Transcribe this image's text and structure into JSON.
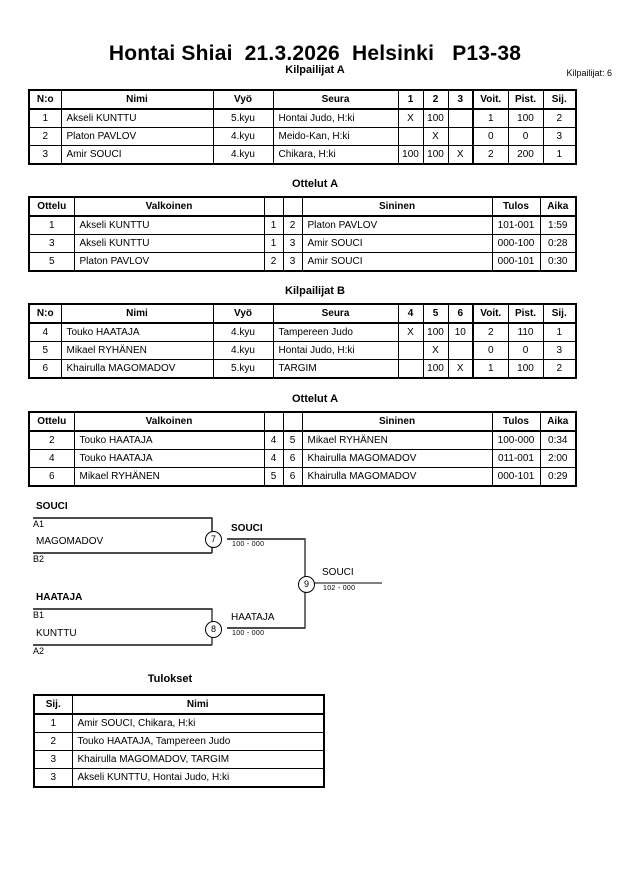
{
  "header": {
    "title": "Hontai Shiai  21.3.2026  Helsinki   P13-38",
    "entrant_count_label": "Kilpailijat: 6"
  },
  "pools": [
    {
      "caption": "Kilpailijat A",
      "columns": [
        "N:o",
        "Nimi",
        "Vyö",
        "Seura",
        "1",
        "2",
        "3",
        "Voit.",
        "Pist.",
        "Sij."
      ],
      "rows": [
        {
          "no": "1",
          "name": "Akseli KUNTTU",
          "belt": "5.kyu",
          "club": "Hontai Judo, H:ki",
          "m": [
            "X",
            "100",
            ""
          ],
          "wins": "1",
          "points": "100",
          "rank": "2"
        },
        {
          "no": "2",
          "name": "Platon PAVLOV",
          "belt": "4.kyu",
          "club": "Meido-Kan, H:ki",
          "m": [
            "",
            "X",
            ""
          ],
          "wins": "0",
          "points": "0",
          "rank": "3"
        },
        {
          "no": "3",
          "name": "Amir SOUCI",
          "belt": "4.kyu",
          "club": "Chikara, H:ki",
          "m": [
            "100",
            "100",
            "X"
          ],
          "wins": "2",
          "points": "200",
          "rank": "1"
        }
      ]
    },
    {
      "caption": "Kilpailijat B",
      "columns": [
        "N:o",
        "Nimi",
        "Vyö",
        "Seura",
        "4",
        "5",
        "6",
        "Voit.",
        "Pist.",
        "Sij."
      ],
      "rows": [
        {
          "no": "4",
          "name": "Touko HAATAJA",
          "belt": "4.kyu",
          "club": "Tampereen Judo",
          "m": [
            "X",
            "100",
            "10"
          ],
          "wins": "2",
          "points": "110",
          "rank": "1"
        },
        {
          "no": "5",
          "name": "Mikael RYHÄNEN",
          "belt": "4.kyu",
          "club": "Hontai Judo, H:ki",
          "m": [
            "",
            "X",
            ""
          ],
          "wins": "0",
          "points": "0",
          "rank": "3"
        },
        {
          "no": "6",
          "name": "Khairulla MAGOMADOV",
          "belt": "5.kyu",
          "club": "TARGIM",
          "m": [
            "",
            "100",
            "X"
          ],
          "wins": "1",
          "points": "100",
          "rank": "2"
        }
      ]
    }
  ],
  "matchtables": [
    {
      "caption": "Ottelut A",
      "columns": [
        "Ottelu",
        "Valkoinen",
        "",
        "",
        "Sininen",
        "Tulos",
        "Aika"
      ],
      "rows": [
        {
          "match": "1",
          "white": "Akseli KUNTTU",
          "white_bold": true,
          "wn": "1",
          "bn": "2",
          "blue": "Platon PAVLOV",
          "blue_bold": false,
          "result": "101-001",
          "time": "1:59"
        },
        {
          "match": "3",
          "white": "Akseli KUNTTU",
          "white_bold": false,
          "wn": "1",
          "bn": "3",
          "blue": "Amir SOUCI",
          "blue_bold": true,
          "result": "000-100",
          "time": "0:28"
        },
        {
          "match": "5",
          "white": "Platon PAVLOV",
          "white_bold": false,
          "wn": "2",
          "bn": "3",
          "blue": "Amir SOUCI",
          "blue_bold": true,
          "result": "000-101",
          "time": "0:30"
        }
      ]
    },
    {
      "caption": "Ottelut A",
      "columns": [
        "Ottelu",
        "Valkoinen",
        "",
        "",
        "Sininen",
        "Tulos",
        "Aika"
      ],
      "rows": [
        {
          "match": "2",
          "white": "Touko HAATAJA",
          "white_bold": true,
          "wn": "4",
          "bn": "5",
          "blue": "Mikael RYHÄNEN",
          "blue_bold": false,
          "result": "100-000",
          "time": "0:34"
        },
        {
          "match": "4",
          "white": "Touko HAATAJA",
          "white_bold": true,
          "wn": "4",
          "bn": "6",
          "blue": "Khairulla MAGOMADOV",
          "blue_bold": false,
          "result": "011-001",
          "time": "2:00"
        },
        {
          "match": "6",
          "white": "Mikael RYHÄNEN",
          "white_bold": false,
          "wn": "5",
          "bn": "6",
          "blue": "Khairulla MAGOMADOV",
          "blue_bold": true,
          "result": "000-101",
          "time": "0:29"
        }
      ]
    }
  ],
  "bracket": {
    "entries": [
      {
        "name": "SOUCI",
        "seed": "A1",
        "bold": true
      },
      {
        "name": "MAGOMADOV",
        "seed": "B2",
        "bold": false
      },
      {
        "name": "HAATAJA",
        "seed": "B1",
        "bold": true
      },
      {
        "name": "KUNTTU",
        "seed": "A2",
        "bold": false
      }
    ],
    "nodes": [
      {
        "number": "7",
        "winner": "SOUCI",
        "score": "100 - 000",
        "bold": true
      },
      {
        "number": "8",
        "winner": "HAATAJA",
        "score": "100 - 000",
        "bold": false
      },
      {
        "number": "9",
        "winner": "SOUCI",
        "score": "102 - 000",
        "bold": false
      }
    ]
  },
  "results": {
    "caption": "Tulokset",
    "columns": [
      "Sij.",
      "Nimi"
    ],
    "rows": [
      {
        "rank": "1",
        "name": "Amir SOUCI, Chikara, H:ki"
      },
      {
        "rank": "2",
        "name": "Touko HAATAJA, Tampereen Judo"
      },
      {
        "rank": "3",
        "name": "Khairulla MAGOMADOV, TARGIM"
      },
      {
        "rank": "3",
        "name": "Akseli KUNTTU, Hontai Judo, H:ki"
      }
    ]
  }
}
